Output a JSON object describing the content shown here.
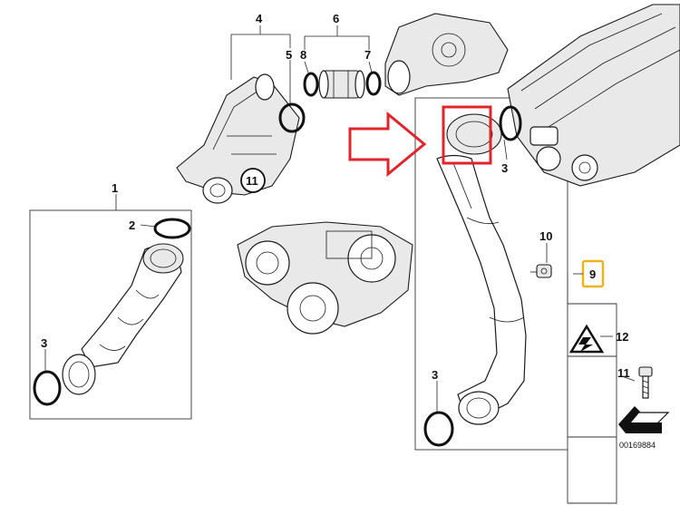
{
  "callouts": {
    "c1": "1",
    "c2": "2",
    "c3a": "3",
    "c3b": "3",
    "c3c": "3",
    "c4": "4",
    "c5": "5",
    "c6": "6",
    "c7": "7",
    "c8": "8",
    "c9": "9",
    "c10": "10",
    "c11a": "11",
    "c11b": "11",
    "c12": "12"
  },
  "reference_number": "00169884",
  "colors": {
    "highlight_red": "#e0242b",
    "highlight_yellow": "#e8b51a"
  },
  "icons": [
    "arrow-right-icon",
    "warning-triangle-icon",
    "bolt-icon"
  ]
}
